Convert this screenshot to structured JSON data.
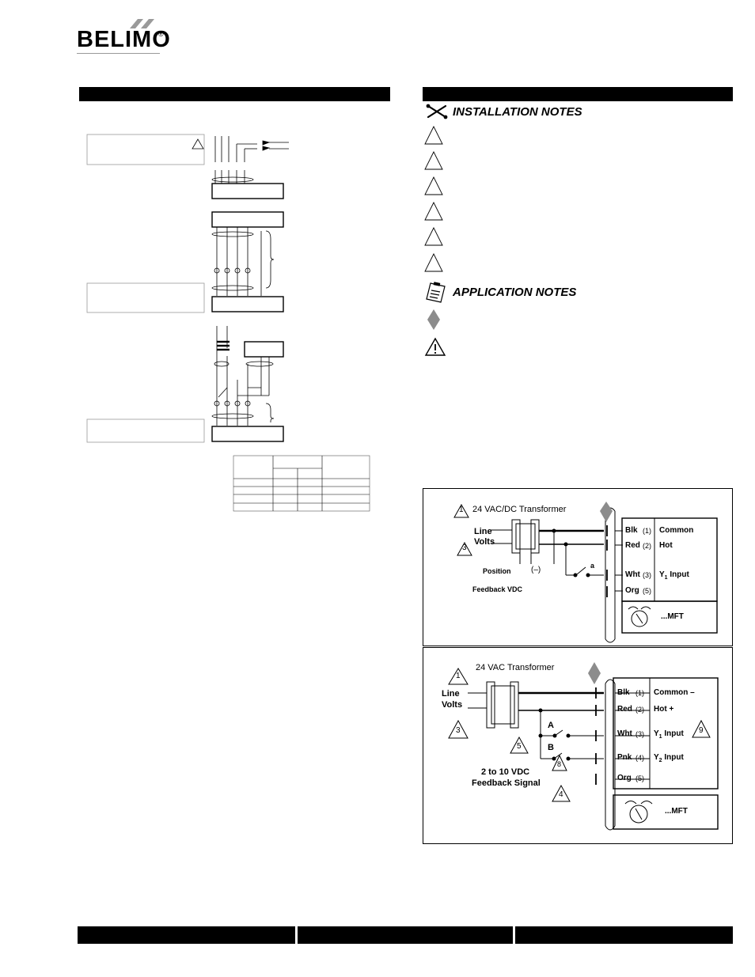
{
  "brand": {
    "name": "BELIMO",
    "registered": "®"
  },
  "right_column": {
    "installation_notes_title": "INSTALLATION NOTES",
    "application_notes_title": "APPLICATION NOTES"
  },
  "diagram1": {
    "transformer_label": "24 VAC/DC Transformer",
    "tri_1": "1",
    "tri_3": "3",
    "line_volts": [
      "Line",
      "Volts"
    ],
    "position": "Position",
    "feedback": "Feedback VDC",
    "minus": "(–)",
    "switch_a": "a",
    "wires": [
      {
        "color": "Blk",
        "num": "(1)",
        "func": "Common",
        "sub": ""
      },
      {
        "color": "Red",
        "num": "(2)",
        "func": "Hot",
        "sub": ""
      },
      {
        "color": "Wht",
        "num": "(3)",
        "func": "Y",
        "sub": "1",
        "suffix": " Input"
      },
      {
        "color": "Org",
        "num": "(5)",
        "func": "",
        "sub": ""
      }
    ],
    "mft": "...MFT"
  },
  "diagram2": {
    "transformer_label": "24 VAC Transformer",
    "tri_1": "1",
    "tri_3": "3",
    "tri_4": "4",
    "tri_5": "5",
    "tri_8": "8",
    "tri_9": "9",
    "line_volts": [
      "Line",
      "Volts"
    ],
    "switch_A": "A",
    "switch_B": "B",
    "feedback": [
      "2 to 10 VDC",
      "Feedback Signal"
    ],
    "wires": [
      {
        "color": "Blk",
        "num": "(1)",
        "func": "Common –",
        "sub": ""
      },
      {
        "color": "Red",
        "num": "(2)",
        "func": "Hot +",
        "sub": ""
      },
      {
        "color": "Wht",
        "num": "(3)",
        "func": "Y",
        "sub": "1",
        "suffix": " Input"
      },
      {
        "color": "Pnk",
        "num": "(4)",
        "func": "Y",
        "sub": "2",
        "suffix": " Input"
      },
      {
        "color": "Org",
        "num": "(5)",
        "func": "",
        "sub": ""
      }
    ],
    "mft": "...MFT"
  },
  "colors": {
    "ink": "#000000",
    "diamond": "#8c8c8c",
    "paper": "#ffffff"
  }
}
